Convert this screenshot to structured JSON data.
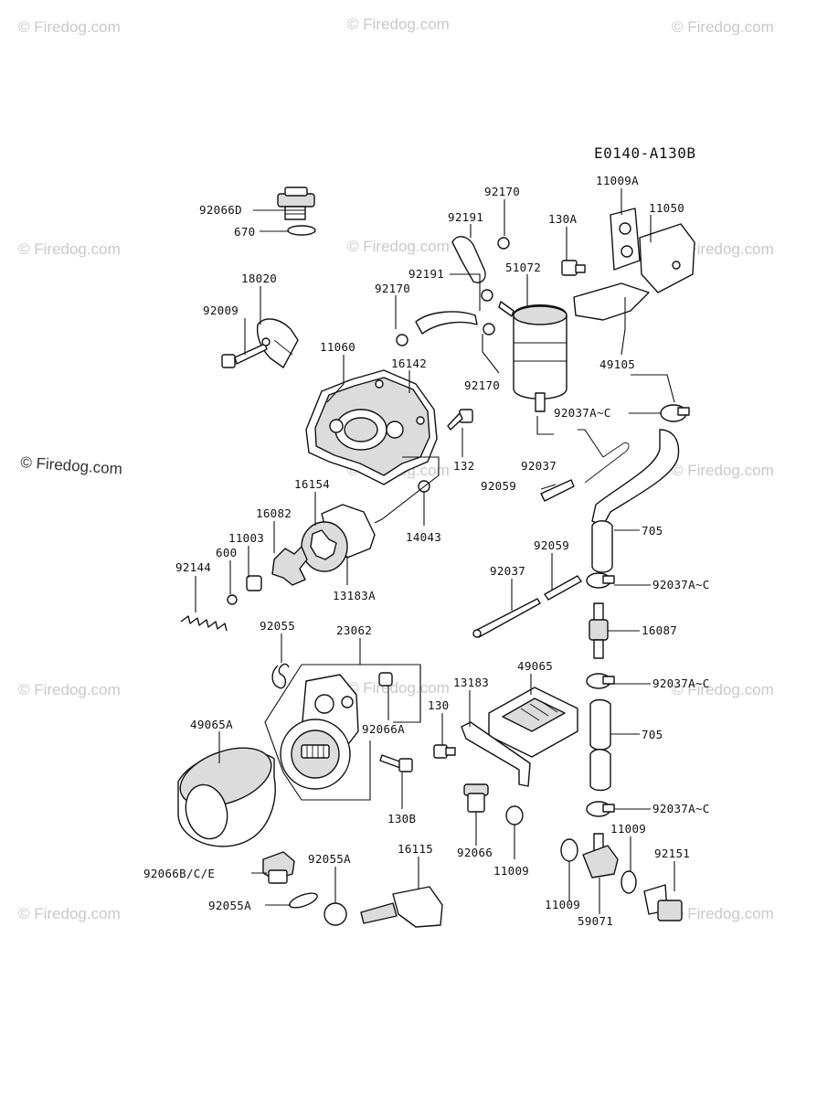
{
  "diagram_code": "E0140-A130B",
  "watermarks": [
    "© Firedog.com",
    "© Firedog.com",
    "© Firedog.com",
    "© Firedog.com",
    "© Firedog.com",
    "© Firedog.com",
    "© Firedog.com",
    "© Firedog.com",
    "© Firedog.com",
    "© Firedog.com",
    "© Firedog.com",
    "© Firedog.com",
    "© Firedog.com"
  ],
  "watermark_dark": "© Firedog.com",
  "labels": [
    "92066D",
    "670",
    "18020",
    "92009",
    "11060",
    "16142",
    "132",
    "14043",
    "16154",
    "16082",
    "11003",
    "600",
    "92144",
    "13183A",
    "92055",
    "23062",
    "49065A",
    "92066A",
    "130B",
    "92066B/C/E",
    "92055A",
    "92055A",
    "16115",
    "92170",
    "92191",
    "92191",
    "92170",
    "130A",
    "51072",
    "92170",
    "11009A",
    "11050",
    "49105",
    "92037A~C",
    "92037",
    "92059",
    "705",
    "92059",
    "92037",
    "92037A~C",
    "16087",
    "92037A~C",
    "705",
    "92037A~C",
    "49065",
    "13183",
    "130",
    "92066",
    "11009",
    "11009",
    "11009",
    "92151",
    "59071"
  ]
}
